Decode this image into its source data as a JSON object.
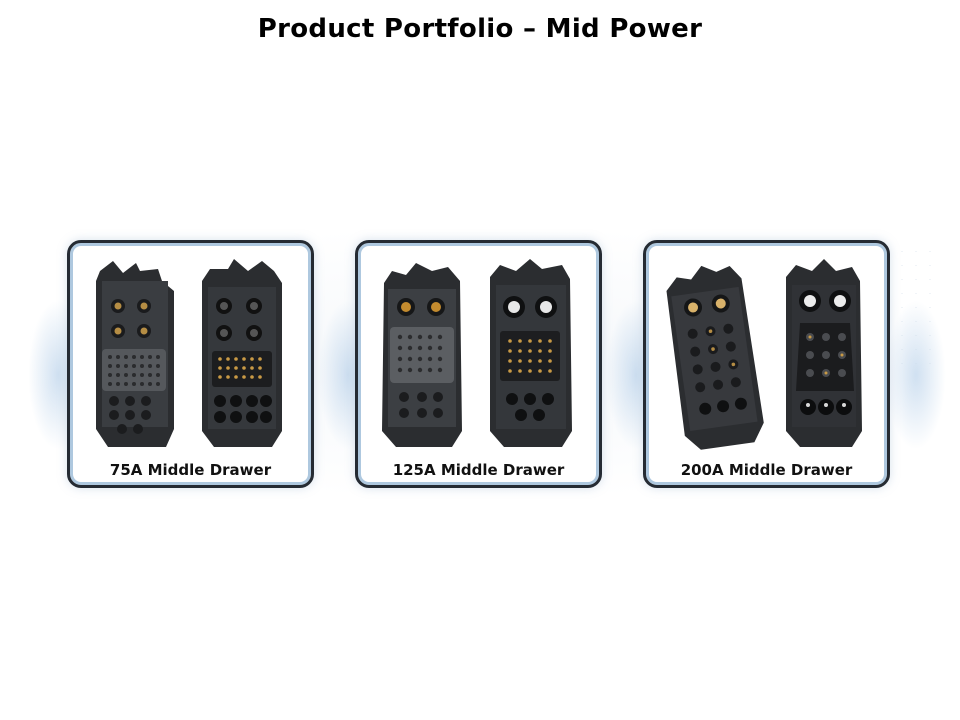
{
  "slide": {
    "title": "Product Portfolio – Mid Power"
  },
  "products": [
    {
      "label": "75A Middle Drawer"
    },
    {
      "label": "125A Middle Drawer"
    },
    {
      "label": "200A Middle Drawer"
    }
  ],
  "colors": {
    "connector_body": "#2b2d30",
    "contact_gold": "#c99a45",
    "card_border": "#252b33",
    "card_inner_border": "#aec8df"
  }
}
